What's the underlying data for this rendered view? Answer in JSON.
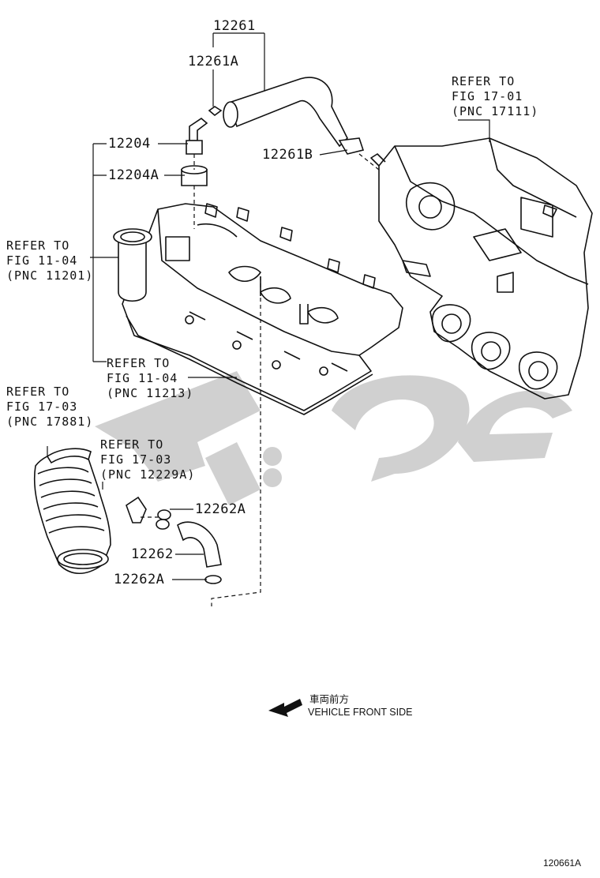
{
  "part_labels": {
    "p12261": "12261",
    "p12261A": "12261A",
    "p12261B": "12261B",
    "p12204": "12204",
    "p12204A": "12204A",
    "p12262A_top": "12262A",
    "p12262": "12262",
    "p12262A_bottom": "12262A"
  },
  "refs": [
    {
      "line1": "REFER TO",
      "line2": "FIG 17-01",
      "line3": "(PNC 17111)"
    },
    {
      "line1": "REFER TO",
      "line2": "FIG 11-04",
      "line3": "(PNC 11201)"
    },
    {
      "line1": "REFER TO",
      "line2": "FIG 11-04",
      "line3": "(PNC 11213)"
    },
    {
      "line1": "REFER TO",
      "line2": "FIG 17-03",
      "line3": "(PNC 17881)"
    },
    {
      "line1": "REFER TO",
      "line2": "FIG 17-03",
      "line3": "(PNC 12229A)"
    }
  ],
  "direction": {
    "japanese": "車両前方",
    "english": "VEHICLE FRONT SIDE"
  },
  "figure_number": "120661A",
  "watermark_color": "#c8c8c8"
}
